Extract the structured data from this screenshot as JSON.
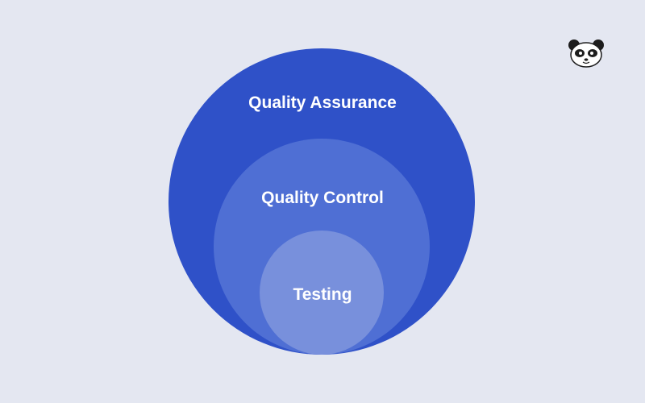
{
  "diagram": {
    "outer_label": "Quality Assurance",
    "middle_label": "Quality Control",
    "inner_label": "Testing"
  },
  "colors": {
    "background": "#e4e7f1",
    "outer_circle": "#2f51c8",
    "middle_circle": "#4f6fd4",
    "inner_circle": "#7890dc",
    "text": "#ffffff"
  },
  "logo": {
    "icon": "panda-icon"
  }
}
